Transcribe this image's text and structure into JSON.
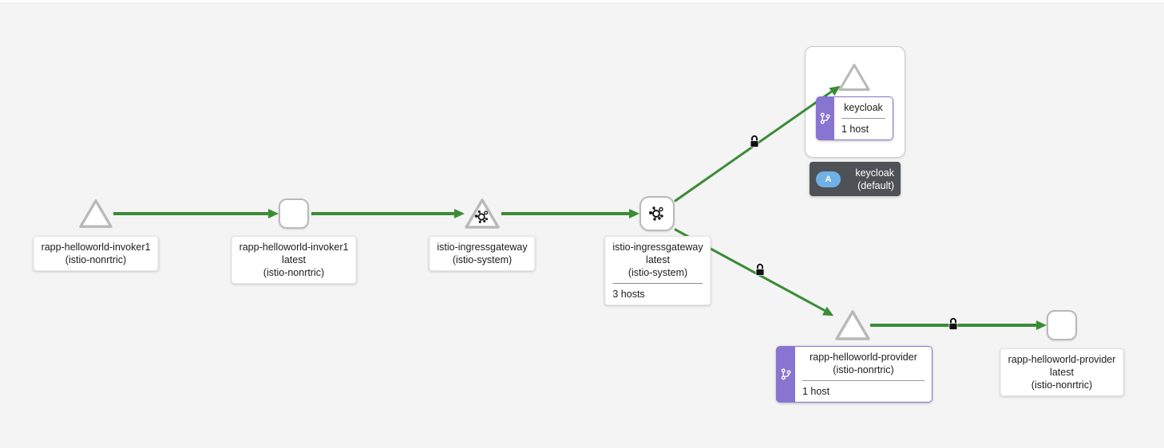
{
  "ui": {
    "type": "service-mesh-traffic-graph"
  },
  "colors": {
    "background": "#f4f4f4",
    "edge_green": "#3a8c35",
    "node_border": "#b9b9b9",
    "node_fill": "#ffffff",
    "version_badge_purple": "#8875d2",
    "box_label_bg": "#4e5156",
    "app_badge_blue": "#6fb1e6",
    "label_text": "#1c1c1c"
  },
  "nodes": {
    "invoker1_app": {
      "shape": "triangle",
      "title": "rapp-helloworld-invoker1",
      "namespace": "(istio-nonrtric)"
    },
    "invoker1_version": {
      "shape": "roundrect",
      "title": "rapp-helloworld-invoker1",
      "version": "latest",
      "namespace": "(istio-nonrtric)"
    },
    "ingressgateway_app": {
      "shape": "triangle",
      "icon": "mesh-icon",
      "title": "istio-ingressgateway",
      "namespace": "(istio-system)"
    },
    "ingressgateway_version": {
      "shape": "roundrect",
      "icon": "mesh-icon",
      "title": "istio-ingressgateway",
      "version": "latest",
      "namespace": "(istio-system)",
      "hosts": "3 hosts"
    },
    "keycloak_app": {
      "shape": "triangle",
      "icon": "code-branch-icon",
      "title": "keycloak",
      "hosts": "1 host"
    },
    "provider_app": {
      "shape": "triangle",
      "icon": "code-branch-icon",
      "title": "rapp-helloworld-provider",
      "namespace": "(istio-nonrtric)",
      "hosts": "1 host"
    },
    "provider_version": {
      "shape": "roundrect",
      "title": "rapp-helloworld-provider",
      "version": "latest",
      "namespace": "(istio-nonrtric)"
    }
  },
  "group": {
    "app_badge": "A",
    "title": "keycloak",
    "namespace": "(default)"
  },
  "edges": [
    {
      "from": "invoker1_app",
      "to": "invoker1_version",
      "secured": false
    },
    {
      "from": "invoker1_version",
      "to": "ingressgateway_app",
      "secured": false
    },
    {
      "from": "ingressgateway_app",
      "to": "ingressgateway_version",
      "secured": false
    },
    {
      "from": "ingressgateway_version",
      "to": "keycloak_app",
      "secured": true
    },
    {
      "from": "ingressgateway_version",
      "to": "provider_app",
      "secured": true
    },
    {
      "from": "provider_app",
      "to": "provider_version",
      "secured": true
    }
  ]
}
